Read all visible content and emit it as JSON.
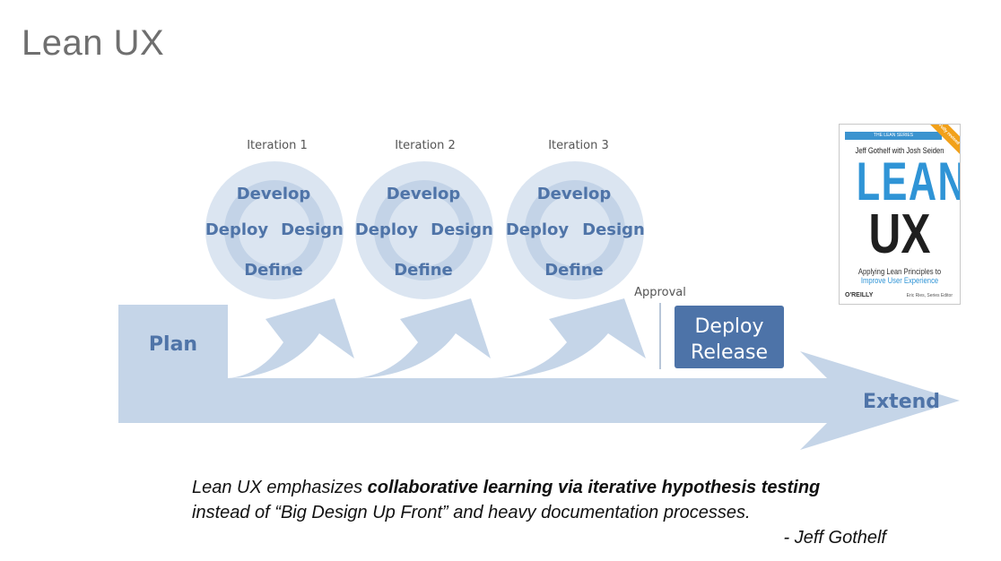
{
  "slide": {
    "title": "Lean UX"
  },
  "diagram": {
    "iterations": [
      {
        "label": "Iteration 1",
        "top": "Develop",
        "left": "Deploy",
        "right": "Design",
        "bottom": "Define"
      },
      {
        "label": "Iteration 2",
        "top": "Develop",
        "left": "Deploy",
        "right": "Design",
        "bottom": "Define"
      },
      {
        "label": "Iteration 3",
        "top": "Develop",
        "left": "Deploy",
        "right": "Design",
        "bottom": "Define"
      }
    ],
    "plan_label": "Plan",
    "approval_label": "Approval",
    "deploy_line1": "Deploy",
    "deploy_line2": "Release",
    "extend_label": "Extend",
    "colors": {
      "light_blue": "#c5d5e8",
      "circle_fill": "#dbe5f1",
      "text_blue": "#4f74a8",
      "deploy_box": "#4d73a8"
    }
  },
  "book": {
    "series": "THE LEAN SERIES",
    "corner": "Fully revised",
    "authors": "Jeff Gothelf with Josh Seiden",
    "title_line1": "LEAN",
    "title_line2": "UX",
    "subtitle1": "Applying Lean Principles to",
    "subtitle2": "Improve User Experience",
    "publisher": "O'REILLY",
    "editor": "Eric Ries, Series Editor"
  },
  "quote": {
    "pre": "Lean UX emphasizes ",
    "emphasis": "collaborative learning via iterative hypothesis testing",
    "line2": "instead of “Big Design Up Front” and heavy documentation processes.",
    "author": "- Jeff Gothelf"
  }
}
